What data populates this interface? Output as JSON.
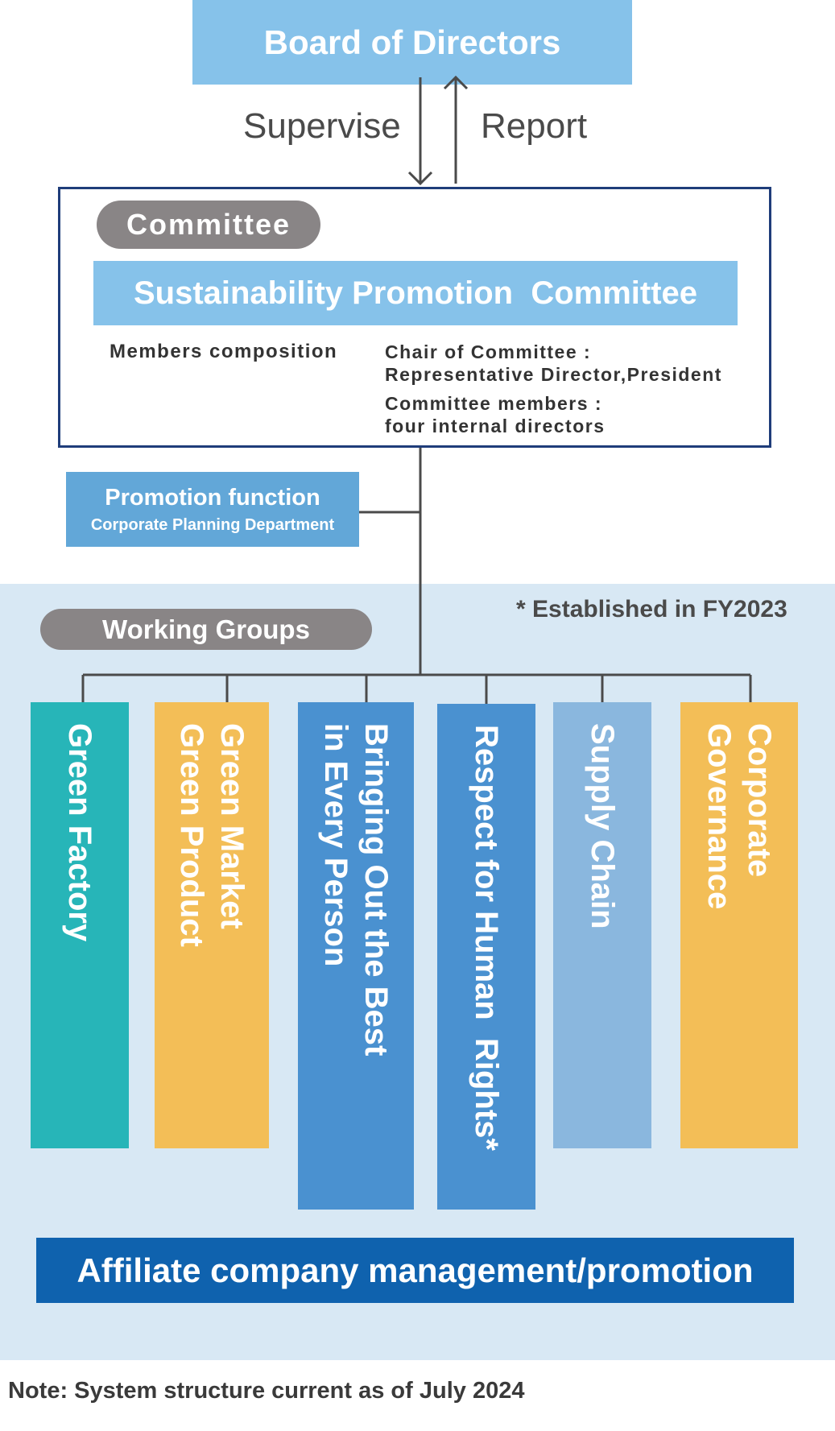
{
  "board": {
    "title": "Board of Directors"
  },
  "arrows": {
    "supervise": "Supervise",
    "report": "Report"
  },
  "committee": {
    "pill": "Committee",
    "name": "Sustainability Promotion  Committee",
    "members_label": "Members composition",
    "chair_label": "Chair of Committee :",
    "chair_value": "Representative Director,President",
    "members_role": "Committee members :",
    "members_value": "four internal directors"
  },
  "promotion": {
    "title": "Promotion function",
    "dept": "Corporate Planning Department"
  },
  "working_groups": {
    "pill": "Working Groups",
    "note": "* Established in FY2023",
    "groups": [
      {
        "label": "Green Factory",
        "color": "#27b5b8"
      },
      {
        "label": "Green Market\nGreen Product",
        "color": "#f3be57"
      },
      {
        "label": "Bringing Out the Best\nin Every Person",
        "color": "#4a91d0"
      },
      {
        "label": "Respect for Human  Rights*",
        "color": "#4a91d0"
      },
      {
        "label": "Supply Chain",
        "color": "#8ab7de"
      },
      {
        "label": "Corporate\nGovernance",
        "color": "#f3be57"
      }
    ]
  },
  "affiliate": {
    "title": "Affiliate company management/promotion"
  },
  "footer": {
    "note": "Note: System structure current as of July 2024"
  },
  "colors": {
    "light_blue": "#86c2ea",
    "navy_border": "#1f3d7a",
    "pill_gray": "#898586",
    "wg_background": "#d8e8f4",
    "affiliate_blue": "#0f62ae"
  }
}
